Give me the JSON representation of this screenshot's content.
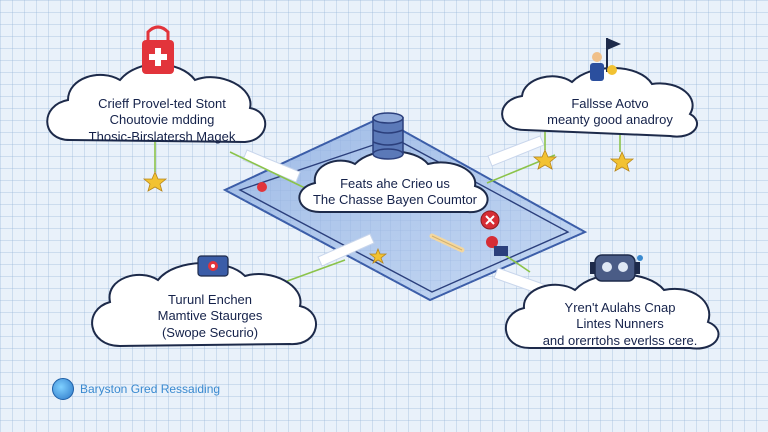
{
  "clouds": {
    "top_left": {
      "lines": [
        "Crieff Provel-ted Stont",
        "Choutovie mdding",
        "Thosic-Birslatersh Magek"
      ]
    },
    "top_right": {
      "lines": [
        "Fallsse Aotvo",
        "meanty good anadroy"
      ]
    },
    "center": {
      "lines": [
        "Feats ahe Crieo us",
        "The Chasse Bayen Coumtor"
      ]
    },
    "bottom_left": {
      "lines": [
        "Turunl Enchen",
        "Mamtive Staurges",
        "(Swope Securio)"
      ]
    },
    "bottom_right": {
      "lines": [
        "Yren't Aulahs Cnap",
        "Lintes Nunners",
        "and orerrtohs everlss cere."
      ]
    }
  },
  "footer": {
    "text": "Baryston Gred Ressaiding"
  },
  "icons": [
    "lock-icon",
    "database-icon",
    "person-with-flag-icon",
    "robot-icon",
    "video-icon",
    "star-icon",
    "alert-badge-icon",
    "pencil-icon"
  ],
  "colors": {
    "platform": "#a9c3ea",
    "platform_edge": "#3b5da8",
    "lock": "#e2343b",
    "star": "#f2c232",
    "connector": "#8bc34a",
    "accent": "#3a8ad0"
  }
}
